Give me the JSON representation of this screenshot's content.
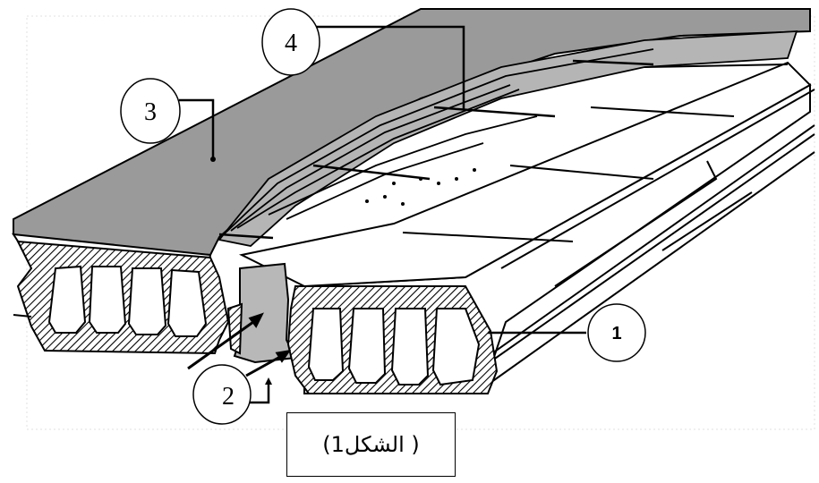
{
  "figure": {
    "labels": {
      "one": "1",
      "two": "2",
      "three": "3",
      "four": "4"
    },
    "caption": "( الشكل1)"
  },
  "colors": {
    "topping": "#9a9a9a",
    "hatch": "#000000",
    "slab_face": "#ffffff",
    "line": "#000000"
  }
}
